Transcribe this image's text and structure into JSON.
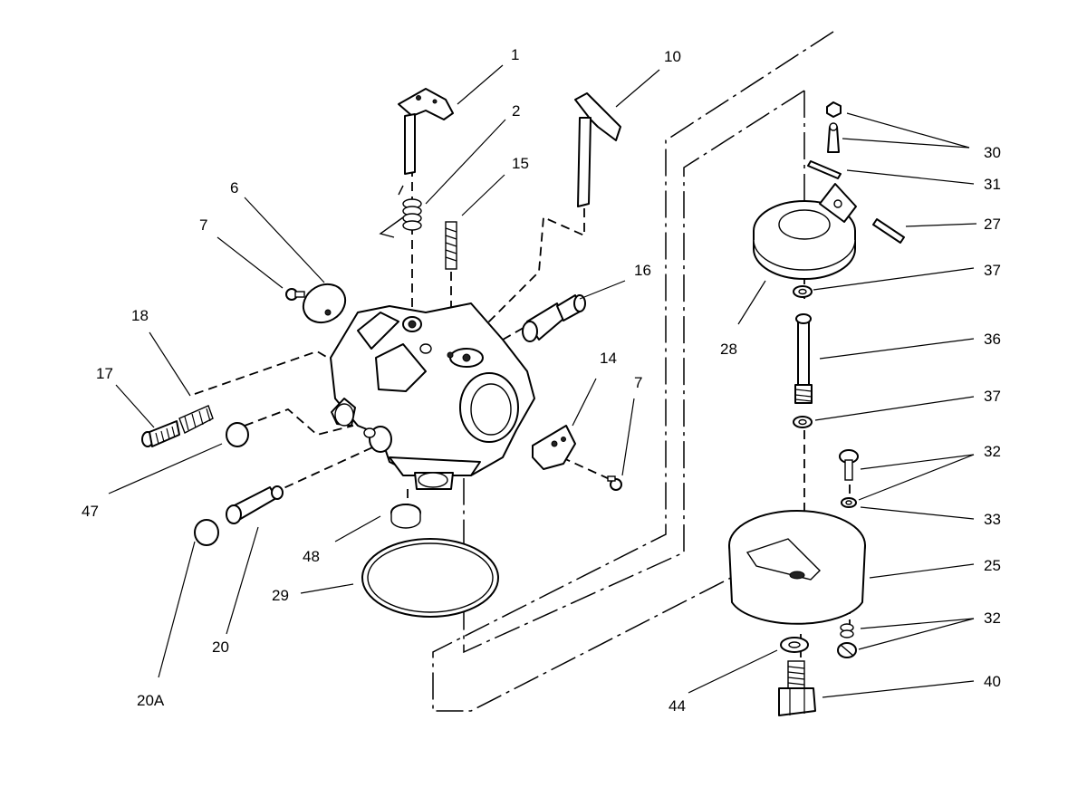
{
  "callouts": [
    {
      "id": "c1",
      "text": "1"
    },
    {
      "id": "c2",
      "text": "2"
    },
    {
      "id": "c15",
      "text": "15"
    },
    {
      "id": "c10",
      "text": "10"
    },
    {
      "id": "c6",
      "text": "6"
    },
    {
      "id": "c7a",
      "text": "7"
    },
    {
      "id": "c18",
      "text": "18"
    },
    {
      "id": "c17",
      "text": "17"
    },
    {
      "id": "c16",
      "text": "16"
    },
    {
      "id": "c14",
      "text": "14"
    },
    {
      "id": "c7b",
      "text": "7"
    },
    {
      "id": "c47",
      "text": "47"
    },
    {
      "id": "c48",
      "text": "48"
    },
    {
      "id": "c29",
      "text": "29"
    },
    {
      "id": "c20",
      "text": "20"
    },
    {
      "id": "c20A",
      "text": "20A"
    },
    {
      "id": "c30",
      "text": "30"
    },
    {
      "id": "c31",
      "text": "31"
    },
    {
      "id": "c27",
      "text": "27"
    },
    {
      "id": "c37a",
      "text": "37"
    },
    {
      "id": "c28",
      "text": "28"
    },
    {
      "id": "c36",
      "text": "36"
    },
    {
      "id": "c37b",
      "text": "37"
    },
    {
      "id": "c32a",
      "text": "32"
    },
    {
      "id": "c33",
      "text": "33"
    },
    {
      "id": "c25",
      "text": "25"
    },
    {
      "id": "c32b",
      "text": "32"
    },
    {
      "id": "c40",
      "text": "40"
    },
    {
      "id": "c44",
      "text": "44"
    }
  ]
}
